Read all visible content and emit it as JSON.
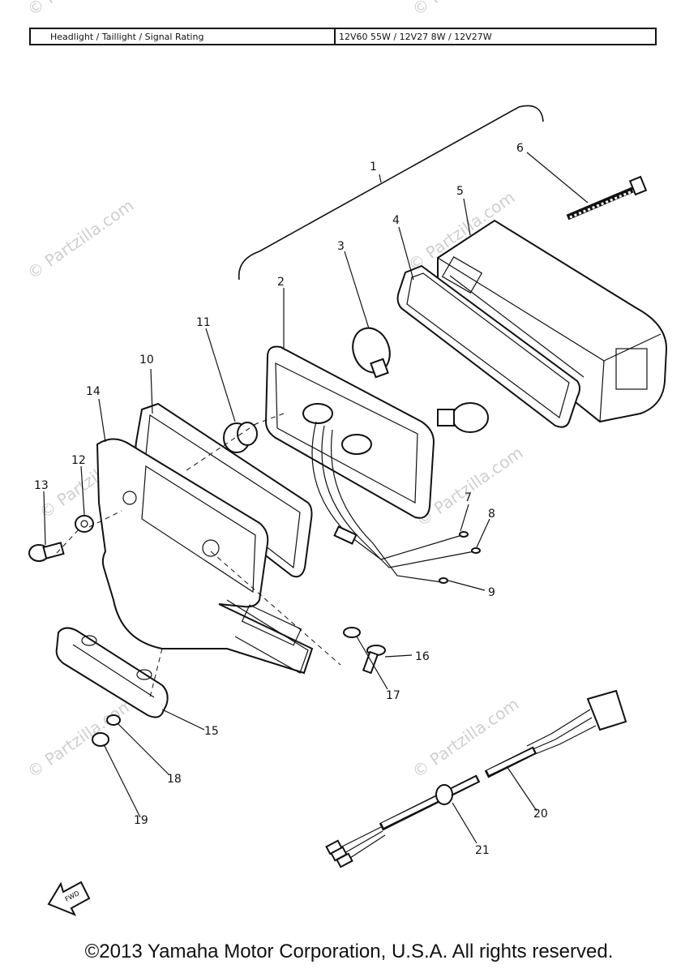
{
  "rating_table": {
    "label": "Headlight / Taillight / Signal Rating",
    "value": "12V60 55W / 12V27 8W / 12V27W"
  },
  "watermark": "© Partzilla.com",
  "callouts": [
    "1",
    "2",
    "3",
    "4",
    "5",
    "6",
    "7",
    "8",
    "9",
    "10",
    "11",
    "12",
    "13",
    "14",
    "15",
    "16",
    "17",
    "18",
    "19",
    "20",
    "21"
  ],
  "fwd_label": "FWD",
  "copyright": "©2013 Yamaha Motor Corporation, U.S.A. All rights reserved."
}
